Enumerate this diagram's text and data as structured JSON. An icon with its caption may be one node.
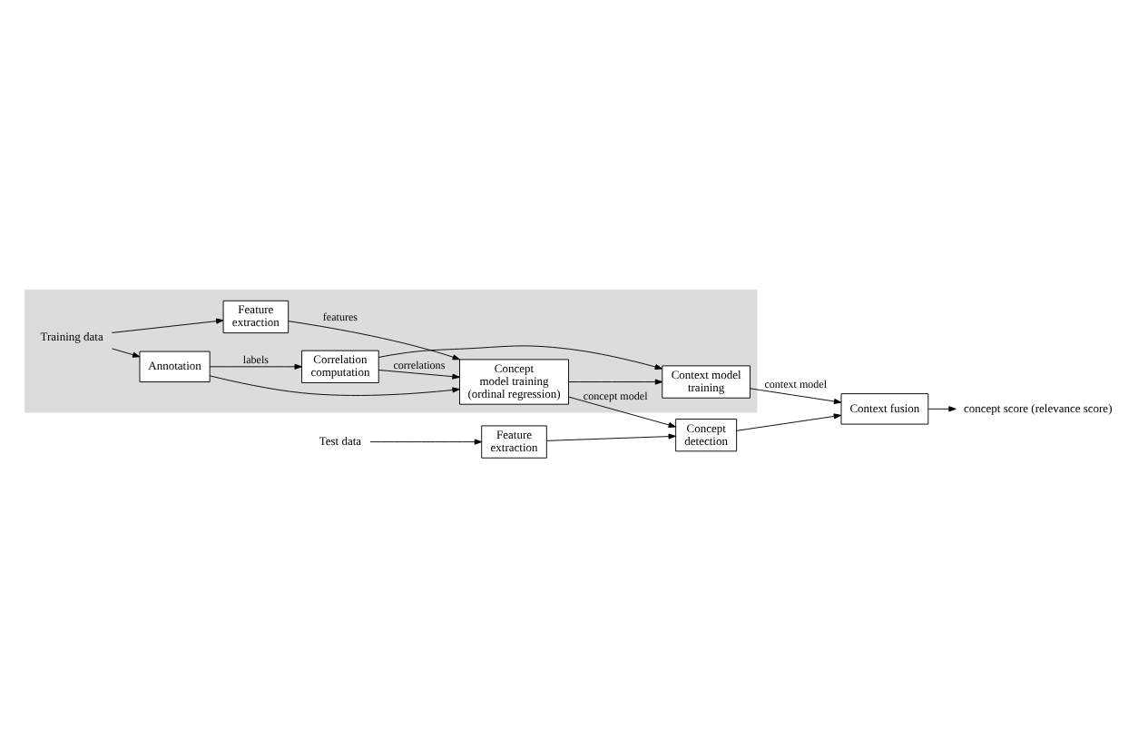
{
  "diagram": {
    "nodes": [
      {
        "text": [],
        "shape": "box"
      },
      {
        "text": [
          "Training data"
        ],
        "in": 0
      },
      {
        "text": [
          "Annotation"
        ],
        "in": 0
      },
      {
        "text": [
          "Feature extraction"
        ],
        "in": 0
      },
      {
        "text": [
          "Correlation computation"
        ],
        "in": 0
      },
      {
        "text": [
          "Concept model training (ordinal regression)"
        ],
        "in": 0
      },
      {
        "text": [
          "Context model training"
        ],
        "in": 0
      },
      {
        "text": [
          "Test data"
        ]
      },
      {
        "text": [
          "Feature extraction"
        ]
      },
      {
        "text": [
          "Concept detection"
        ]
      },
      {
        "text": [
          "Context fusion"
        ]
      },
      {
        "text": [
          "concept score (relevance score)"
        ]
      }
    ],
    "edges": [
      {
        "from": 1,
        "to": 2,
        "arrow": "to"
      },
      {
        "from": 1,
        "to": 3,
        "arrow": "to"
      },
      {
        "from": 2,
        "to": 4,
        "arrow": "to",
        "label": "labels"
      },
      {
        "from": 2,
        "to": 5,
        "arrow": "to"
      },
      {
        "from": 3,
        "to": 5,
        "arrow": "to",
        "label": "features"
      },
      {
        "from": 4,
        "to": 6,
        "arrow": "to"
      },
      {
        "from": 4,
        "to": 5,
        "arrow": "to",
        "label": "correlations"
      },
      {
        "from": 5,
        "to": 6,
        "arrow": "to"
      },
      {
        "from": 5,
        "to": 9,
        "arrow": "to",
        "label": "concept model"
      },
      {
        "from": 6,
        "to": 10,
        "arrow": "to",
        "label": "context model"
      },
      {
        "from": 7,
        "to": 8,
        "arrow": "to"
      },
      {
        "from": 8,
        "to": 9,
        "arrow": "to"
      },
      {
        "from": 9,
        "to": 10,
        "arrow": "to"
      },
      {
        "from": 10,
        "to": 11,
        "arrow": "to"
      }
    ]
  }
}
